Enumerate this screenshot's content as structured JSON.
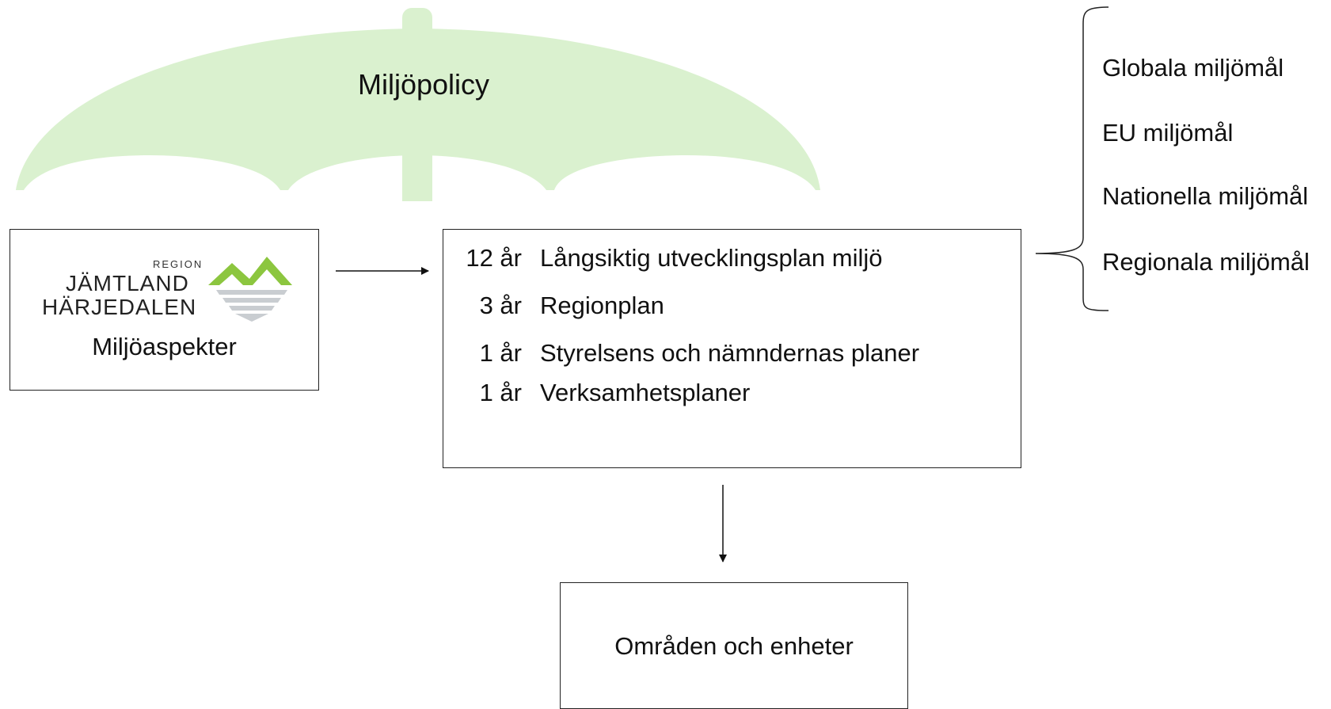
{
  "colors": {
    "umbrella_fill": "#daf1cf",
    "logo_green": "#8cc63f",
    "logo_gray": "#c9cdd1",
    "border": "#222222"
  },
  "umbrella": {
    "title": "Miljöpolicy"
  },
  "left_box": {
    "logo": {
      "region": "REGION",
      "line1": "JÄMTLAND",
      "line2": "HÄRJEDALEN"
    },
    "label": "Miljöaspekter"
  },
  "plans": [
    {
      "years": "12 år",
      "label": "Långsiktig utvecklingsplan miljö"
    },
    {
      "years": "3 år",
      "label": "Regionplan"
    },
    {
      "years": "1 år",
      "label": "Styrelsens och nämndernas planer"
    },
    {
      "years": "1 år",
      "label": "Verksamhetsplaner"
    }
  ],
  "goals": [
    "Globala miljömål",
    "EU miljömål",
    "Nationella miljömål",
    "Regionala miljömål"
  ],
  "bottom_box": {
    "label": "Områden och enheter"
  }
}
